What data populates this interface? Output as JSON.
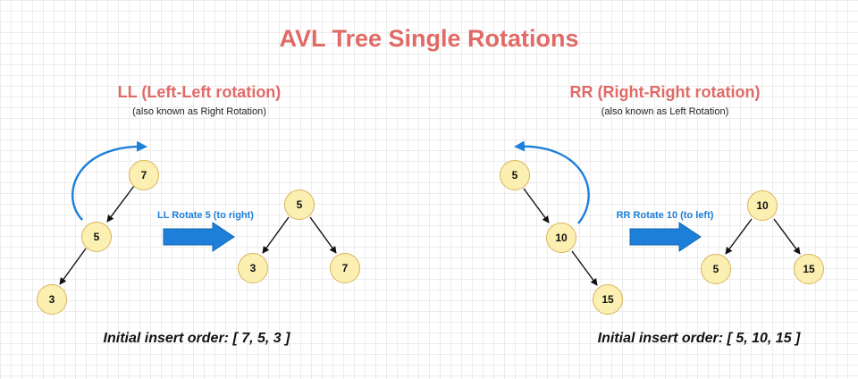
{
  "title": "AVL Tree Single Rotations",
  "ll": {
    "heading": "LL (Left-Left rotation)",
    "subtitle": "(also known as Right Rotation)",
    "arrow_label": "LL Rotate 5 (to right)",
    "insert_order": "Initial insert order: [ 7, 5, 3 ]",
    "before": {
      "root": "7",
      "child": "5",
      "grandchild": "3"
    },
    "after": {
      "root": "5",
      "left": "3",
      "right": "7"
    }
  },
  "rr": {
    "heading": "RR (Right-Right rotation)",
    "subtitle": "(also known as Left Rotation)",
    "arrow_label": "RR Rotate 10 (to left)",
    "insert_order": "Initial insert order: [ 5, 10, 15 ]",
    "before": {
      "root": "5",
      "child": "10",
      "grandchild": "15"
    },
    "after": {
      "root": "10",
      "left": "5",
      "right": "15"
    }
  },
  "colors": {
    "title": "#e06a66",
    "node_fill": "#fcefb2",
    "node_border": "#d9b45a",
    "accent_blue": "#1d7fd8"
  }
}
